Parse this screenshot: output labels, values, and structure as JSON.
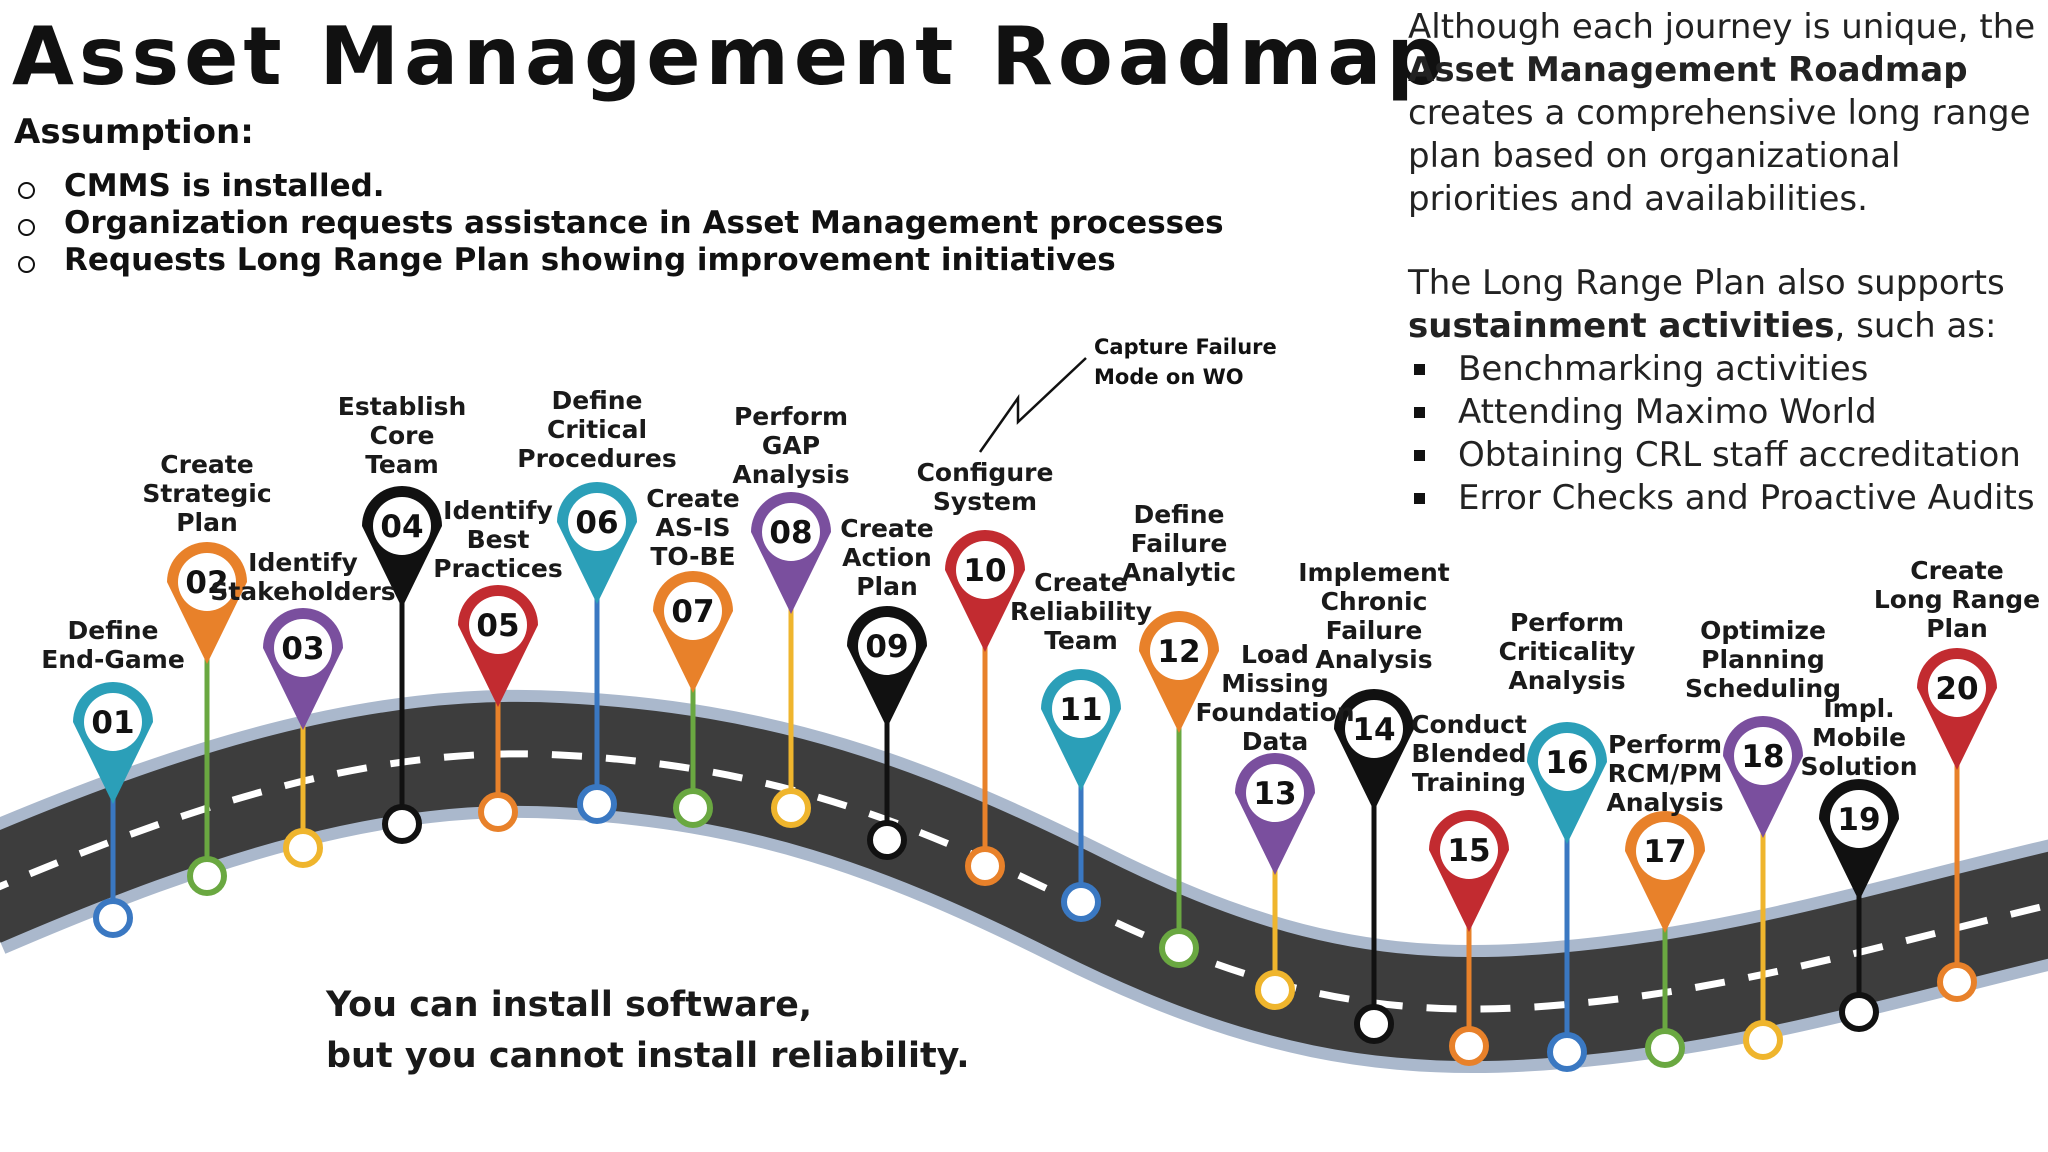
{
  "title": "Asset Management Roadmap",
  "assumption": {
    "heading": "Assumption:",
    "items": [
      "CMMS is installed.",
      "Organization requests assistance in Asset Management processes",
      "Requests Long Range Plan showing improvement initiatives"
    ]
  },
  "side": {
    "para1_pre": "Although each journey is unique, the",
    "para1_bold": "Asset Management Roadmap",
    "para1_post": "creates a comprehensive long range plan based on organizational priorities and availabilities.",
    "para2_pre": "The Long Range Plan also supports",
    "para2_bold": "sustainment activities",
    "para2_post": ", such as:",
    "bullets": [
      "Benchmarking activities",
      "Attending Maximo World",
      "Obtaining CRL staff accreditation",
      "Error Checks and Proactive Audits"
    ]
  },
  "callout": "Capture Failure\nMode on WO",
  "quote": "You can install software,\nbut you cannot install reliability.",
  "colors": {
    "blue": "#3a78c2",
    "orange": "#e8812a",
    "green": "#6aa841",
    "purple": "#7a4f9e",
    "yellow": "#efb52d",
    "black": "#111111",
    "red": "#c22b30",
    "teal": "#2b9fb8",
    "road": "#3d3d3d",
    "road_edge": "#aab8cc"
  },
  "steps": [
    {
      "num": "01",
      "label": "Define\nEnd-Game",
      "color": "teal",
      "stem": "blue"
    },
    {
      "num": "02",
      "label": "Create\nStrategic\nPlan",
      "color": "orange",
      "stem": "green"
    },
    {
      "num": "03",
      "label": "Identify\nStakeholders",
      "color": "purple",
      "stem": "yellow"
    },
    {
      "num": "04",
      "label": "Establish\nCore\nTeam",
      "color": "black",
      "stem": "black"
    },
    {
      "num": "05",
      "label": "Identify\nBest\nPractices",
      "color": "red",
      "stem": "orange"
    },
    {
      "num": "06",
      "label": "Define\nCritical\nProcedures",
      "color": "teal",
      "stem": "blue"
    },
    {
      "num": "07",
      "label": "Create\nAS-IS\nTO-BE",
      "color": "orange",
      "stem": "green"
    },
    {
      "num": "08",
      "label": "Perform\nGAP\nAnalysis",
      "color": "purple",
      "stem": "yellow"
    },
    {
      "num": "09",
      "label": "Create\nAction\nPlan",
      "color": "black",
      "stem": "black"
    },
    {
      "num": "10",
      "label": "Configure\nSystem",
      "color": "red",
      "stem": "orange"
    },
    {
      "num": "11",
      "label": "Create\nReliability\nTeam",
      "color": "teal",
      "stem": "blue"
    },
    {
      "num": "12",
      "label": "Define\nFailure\nAnalytic",
      "color": "orange",
      "stem": "green"
    },
    {
      "num": "13",
      "label": "Load\nMissing\nFoundation\nData",
      "color": "purple",
      "stem": "yellow"
    },
    {
      "num": "14",
      "label": "Implement\nChronic\nFailure\nAnalysis",
      "color": "black",
      "stem": "black"
    },
    {
      "num": "15",
      "label": "Conduct\nBlended\nTraining",
      "color": "red",
      "stem": "orange"
    },
    {
      "num": "16",
      "label": "Perform\nCriticality\nAnalysis",
      "color": "teal",
      "stem": "blue"
    },
    {
      "num": "17",
      "label": "Perform\nRCM/PM\nAnalysis",
      "color": "orange",
      "stem": "green"
    },
    {
      "num": "18",
      "label": "Optimize\nPlanning\nScheduling",
      "color": "purple",
      "stem": "yellow"
    },
    {
      "num": "19",
      "label": "Impl.\nMobile\nSolution",
      "color": "black",
      "stem": "black"
    },
    {
      "num": "20",
      "label": "Create\nLong Range\nPlan",
      "color": "red",
      "stem": "orange"
    }
  ]
}
